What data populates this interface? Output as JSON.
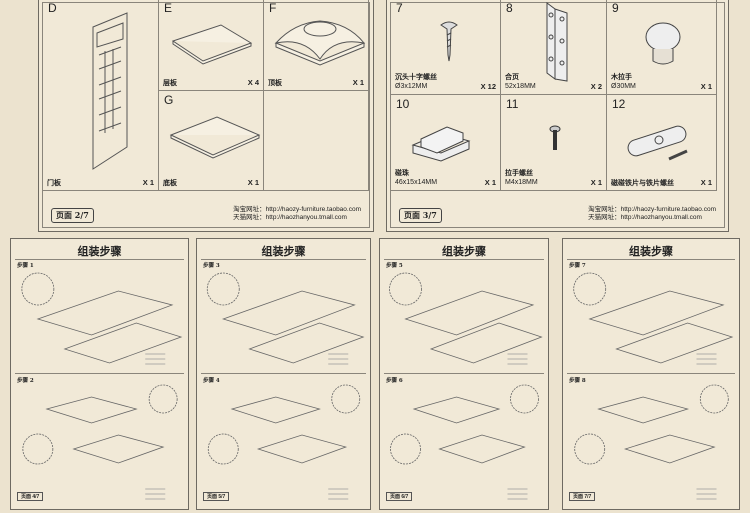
{
  "page2": {
    "parts": [
      {
        "letter": "D",
        "name": "门板",
        "qty": "X 1"
      },
      {
        "letter": "E",
        "name": "层板",
        "qty": "X 4"
      },
      {
        "letter": "F",
        "name": "顶板",
        "qty": "X 1"
      },
      {
        "letter": "G",
        "name": "底板",
        "qty": "X 1"
      }
    ],
    "page_label": "页面 2/7",
    "url_taobao": "淘宝网址：http://haozy-furniture.taobao.com",
    "url_tmall": "天猫网址：http://haozhanyou.tmall.com"
  },
  "page3": {
    "parts": [
      {
        "letter": "7",
        "name": "沉头十字螺丝",
        "spec": "Ø3x12MM",
        "qty": "X 12"
      },
      {
        "letter": "8",
        "name": "合页",
        "spec": "52x18MM",
        "qty": "X 2"
      },
      {
        "letter": "9",
        "name": "木拉手",
        "spec": "Ø30MM",
        "qty": "X 1"
      },
      {
        "letter": "10",
        "name": "碰珠",
        "spec": "46x15x14MM",
        "qty": "X 1"
      },
      {
        "letter": "11",
        "name": "拉手螺丝",
        "spec": "M4x18MM",
        "qty": "X 1"
      },
      {
        "letter": "12",
        "name": "磁碰铁片与铁片螺丝",
        "spec": "",
        "qty": "X 1"
      }
    ],
    "page_label": "页面 3/7",
    "url_taobao": "淘宝网址：http://haozy-furniture.taobao.com",
    "url_tmall": "天猫网址：http://haozhanyou.tmall.com"
  },
  "steps_pages": [
    {
      "title": "组装步骤",
      "step_a": "步骤 1",
      "step_b": "步骤 2",
      "page_label": "页面 4/7"
    },
    {
      "title": "组装步骤",
      "step_a": "步骤 3",
      "step_b": "步骤 4",
      "page_label": "页面 5/7"
    },
    {
      "title": "组装步骤",
      "step_a": "步骤 5",
      "step_b": "步骤 6",
      "page_label": "页面 6/7"
    },
    {
      "title": "组装步骤",
      "step_a": "步骤 7",
      "step_b": "步骤 8",
      "page_label": "页面 7/7"
    }
  ]
}
